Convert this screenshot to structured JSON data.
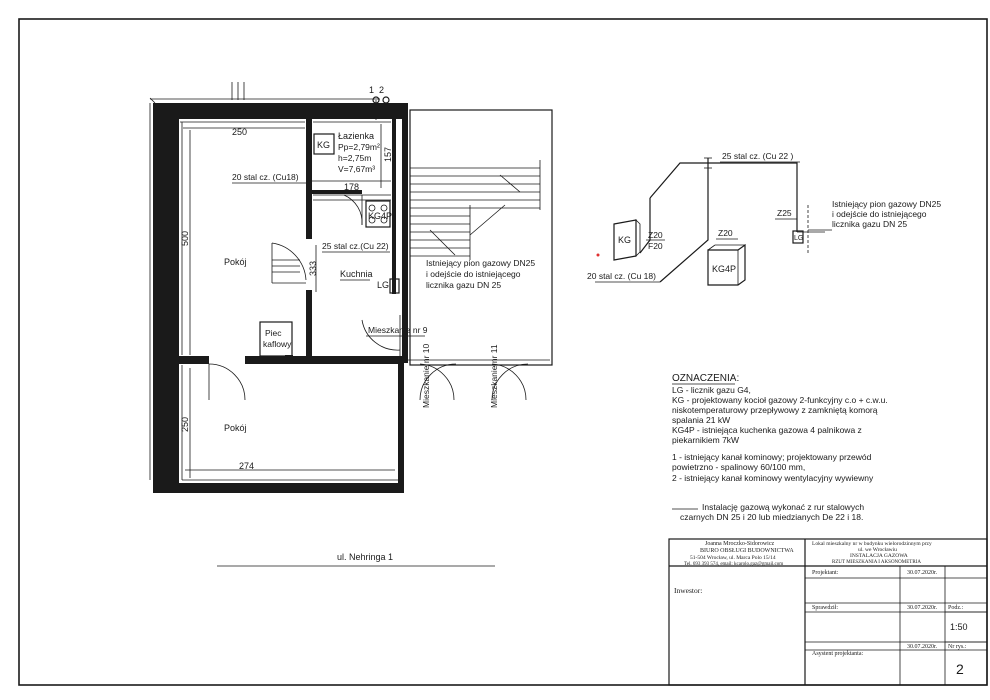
{
  "plan": {
    "dims": {
      "top_left_width": "250",
      "hall_width": "178",
      "left_height": "500",
      "lower_height": "250",
      "bottom_width": "274",
      "bath_height": "157",
      "door_width": "333"
    },
    "rooms": {
      "bathroom_name": "Łazienka",
      "bathroom_area": "Pp=2,79m²",
      "bathroom_height": "h=2,75m",
      "bathroom_volume": "V=7,67m³",
      "room_upper": "Pokój",
      "room_lower": "Pokój",
      "kitchen": "Kuchnia",
      "stove": "Piec kaflowy",
      "apartment_9": "Mieszkanie nr 9",
      "apartment_10": "Mieszkanie nr 10",
      "apartment_11": "Mieszkanie nr 11"
    },
    "labels": {
      "kg": "KG",
      "kg4p": "KG4P",
      "lg": "LG",
      "pipe_steel_18": "20 stal cz. (Cu18)",
      "pipe_25": "25 stal cz.(Cu 22)",
      "riser_line1": "Istniejący pion gazowy DN25",
      "riser_line2": "i odejście do istniejącego",
      "riser_line3": "licznika gazu DN 25",
      "chimney_1": "1",
      "chimney_2": "2",
      "street": "ul. Nehringa 1"
    }
  },
  "axon": {
    "pipe_top": "25 stal cz. (Cu 22 )",
    "pipe_bottom": "20 stal cz. (Cu 18)",
    "kg": "KG",
    "kg4p": "KG4P",
    "z20_a": "Z20",
    "f20": "F20",
    "z20_b": "Z20",
    "z25": "Z25",
    "lg": "LG",
    "riser_line1": "Istniejący pion gazowy DN25",
    "riser_line2": "i odejście do istniejącego",
    "riser_line3": "licznika gazu DN 25"
  },
  "legend": {
    "title": "OZNACZENIA:",
    "lines": [
      "LG -  licznik gazu G4,",
      "KG -  projektowany kocioł gazowy 2-funkcyjny c.o + c.w.u.",
      "niskotemperaturowy przepływowy z zamkniętą komorą",
      "spalania  21 kW",
      "KG4P - istniejąca kuchenka gazowa 4 palnikowa z",
      "piekarnikiem 7kW"
    ],
    "chimney_lines": [
      "1 - istniejący kanał kominowy; projektowany przewód",
      "powietrzno - spalinowy 60/100 mm,",
      "2 - istniejący kanał kominowy wentylacyjny wywiewny"
    ],
    "note_lines": [
      "Instalację gazową wykonać z rur stalowych",
      "czarnych DN 25 i 20 lub miedzianych De 22 i 18."
    ]
  },
  "titleblock": {
    "author_name": "Joanna Mroczko-Sidorowicz",
    "company": "BIURO OBSŁUGI BUDOWNICTWA",
    "address": "51-504 Wrocław, ul. Marca Polo 15/14",
    "contact": "Tel. 693 393 574, email: kcarolo.gaz@gmail.com",
    "investor_label": "Inwestor:",
    "project_line1": "Lokal mieszkalny nr  w budynku wielorodzinnym przy",
    "project_line2": "ul.  we Wrocławiu",
    "project_line3": "INSTALACJA  GAZOWA",
    "project_line4": "RZUT MIESZKANIA I AKSONOMETRIA",
    "designer_label": "Projektant:",
    "checker_label": "Sprawdził:",
    "assistant_label": "Asystent projektanta:",
    "date1": "30.07.2020r.",
    "date2": "30.07.2020r.",
    "date3": "30.07.2020r.",
    "scale_label": "Podz.:",
    "scale_value": "1:50",
    "sheet_label": "Nr rys.:",
    "sheet_value": "2"
  },
  "colors": {
    "wall": "#1a1a1a",
    "paper": "#ffffff",
    "accent_dot": "#e03030"
  }
}
